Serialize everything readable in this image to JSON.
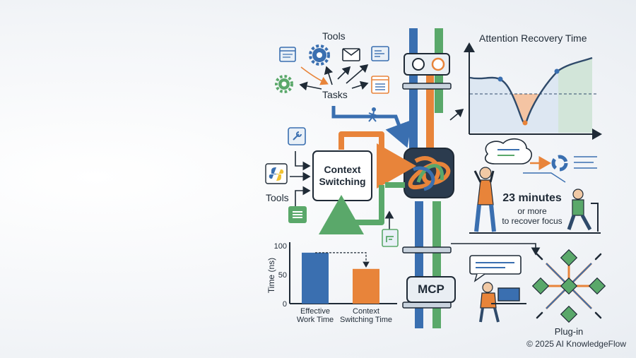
{
  "colors": {
    "blue": "#3a6fb0",
    "orange": "#e8843a",
    "green": "#5aa86a",
    "dark": "#1f2a36",
    "panel_bg": "#dce6f1",
    "icon_bg": "#e9f0f7"
  },
  "top_tools": {
    "title": "Tools",
    "icons": [
      "browser-window-icon",
      "gear-icon",
      "mail-icon",
      "terminal-icon",
      "gear-icon",
      "checklist-icon"
    ],
    "tasks_label": "Tasks"
  },
  "left_tools": {
    "label": "Tools",
    "icons": [
      "wrench-icon",
      "python-icon",
      "list-icon",
      "document-icon"
    ]
  },
  "context_box": {
    "line1": "Context",
    "line2": "Switching"
  },
  "mcp_label": "MCP",
  "attention": {
    "title": "Attention Recovery Time"
  },
  "recover": {
    "big": "23 minutes",
    "line2": "or more",
    "line3": "to recover focus"
  },
  "plugin_label": "Plug-in",
  "copyright": "© 2025 AI KnowledgeFlow",
  "chart_data": {
    "type": "bar",
    "categories": [
      "Effective\nWork Time",
      "Context\nSwitching Time"
    ],
    "category_lines": [
      [
        "Effective",
        "Work Time"
      ],
      [
        "Context",
        "Switching Time"
      ]
    ],
    "values": [
      88,
      60
    ],
    "colors": [
      "#3a6fb0",
      "#e8843a"
    ],
    "ylabel": "Time (ns)",
    "yticks": [
      0,
      50,
      100
    ],
    "ylim": [
      0,
      100
    ]
  }
}
